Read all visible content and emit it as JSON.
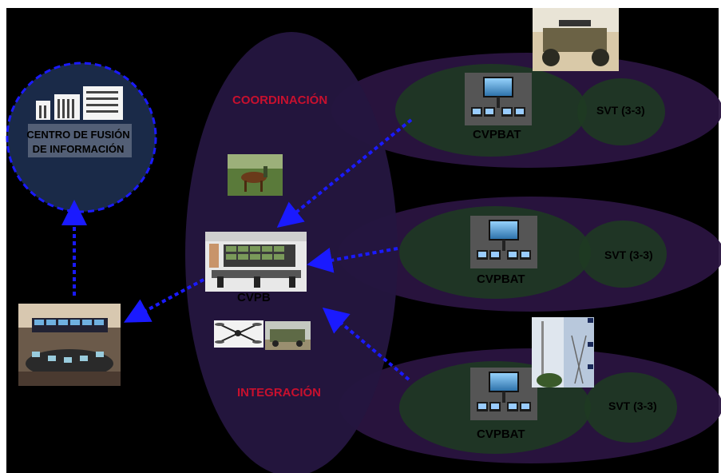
{
  "labels": {
    "coordination": "COORDINACIÓN",
    "integration": "INTEGRACIÓN",
    "fusion_center_line1": "CENTRO DE FUSIÓN",
    "fusion_center_line2": "DE INFORMACIÓN",
    "cvpb": "CVPB",
    "cvpbat": "CVPBAT",
    "svt": "SVT (3-3)"
  },
  "colors": {
    "background": "#000000",
    "central_ellipse": "#2a1a4a",
    "outer_ellipse": "#2a1440",
    "green_ellipse": "#1e3a22",
    "fusion_circle": "#1a2a48",
    "arrow_blue": "#1a1aff",
    "label_red": "#c8102e"
  },
  "nodes": [
    {
      "id": "fusion-center",
      "label": "CENTRO DE FUSIÓN DE INFORMACIÓN",
      "icon": "building-icon"
    },
    {
      "id": "command-room",
      "icon": "operations-room-photo"
    },
    {
      "id": "cvpb",
      "label": "CVPB",
      "icon": "monitoring-room-photo"
    },
    {
      "id": "cvpbat-1",
      "label": "CVPBAT",
      "sub": "SVT (3-3)",
      "icon": "monitor-workstation-photo"
    },
    {
      "id": "cvpbat-2",
      "label": "CVPBAT",
      "sub": "SVT (3-3)",
      "icon": "monitor-workstation-photo"
    },
    {
      "id": "cvpbat-3",
      "label": "CVPBAT",
      "sub": "SVT (3-3)",
      "icon": "monitor-workstation-photo"
    }
  ],
  "images": [
    "utv-vehicle-photo",
    "horse-patrol-photo",
    "drone-photo",
    "armored-vehicle-photo",
    "tower-photo"
  ]
}
